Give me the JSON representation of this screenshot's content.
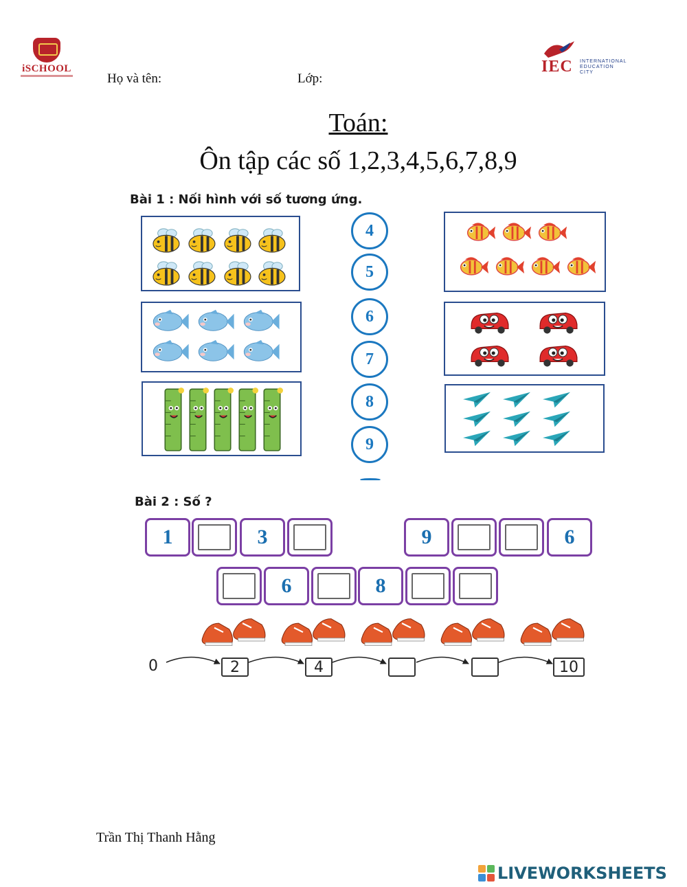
{
  "header": {
    "ischool_logo_text": "iSCHOOL",
    "name_label": "Họ và tên:",
    "class_label": "Lớp:",
    "iec_logo_text": "IEC",
    "iec_sub": [
      "INTERNATIONAL",
      "EDUCATION",
      "CITY"
    ]
  },
  "title": "Toán:",
  "subtitle": "Ôn tập các số 1,2,3,4,5,6,7,8,9",
  "exercise1": {
    "title": "Bài 1 : Nối hình với số tương ứng.",
    "numbers": [
      "4",
      "5",
      "6",
      "7",
      "8",
      "9"
    ],
    "left_boxes": [
      {
        "icon": "bee",
        "count": 8
      },
      {
        "icon": "blue-fish",
        "count": 6
      },
      {
        "icon": "ruler",
        "count": 5
      }
    ],
    "right_boxes": [
      {
        "icon": "red-fish",
        "count": 7
      },
      {
        "icon": "car",
        "count": 4
      },
      {
        "icon": "paper-plane",
        "count": 9
      }
    ]
  },
  "exercise2": {
    "title": "Bài 2 : Số ?",
    "row1_left": [
      "1",
      "",
      "3",
      ""
    ],
    "row1_right": [
      "9",
      "",
      "",
      "6"
    ],
    "row2": [
      "",
      "6",
      "",
      "8",
      "",
      ""
    ],
    "number_line": [
      "0",
      "2",
      "4",
      "",
      "",
      "10"
    ],
    "shoe_pairs": 5
  },
  "footer": {
    "author": "Trần Thị Thanh Hằng",
    "brand": "LIVEWORKSHEETS"
  },
  "colors": {
    "box_border": "#2a4d8f",
    "circle_blue": "#1b78c0",
    "seq_purple": "#7b3fa4",
    "logo_red": "#b8232a"
  }
}
